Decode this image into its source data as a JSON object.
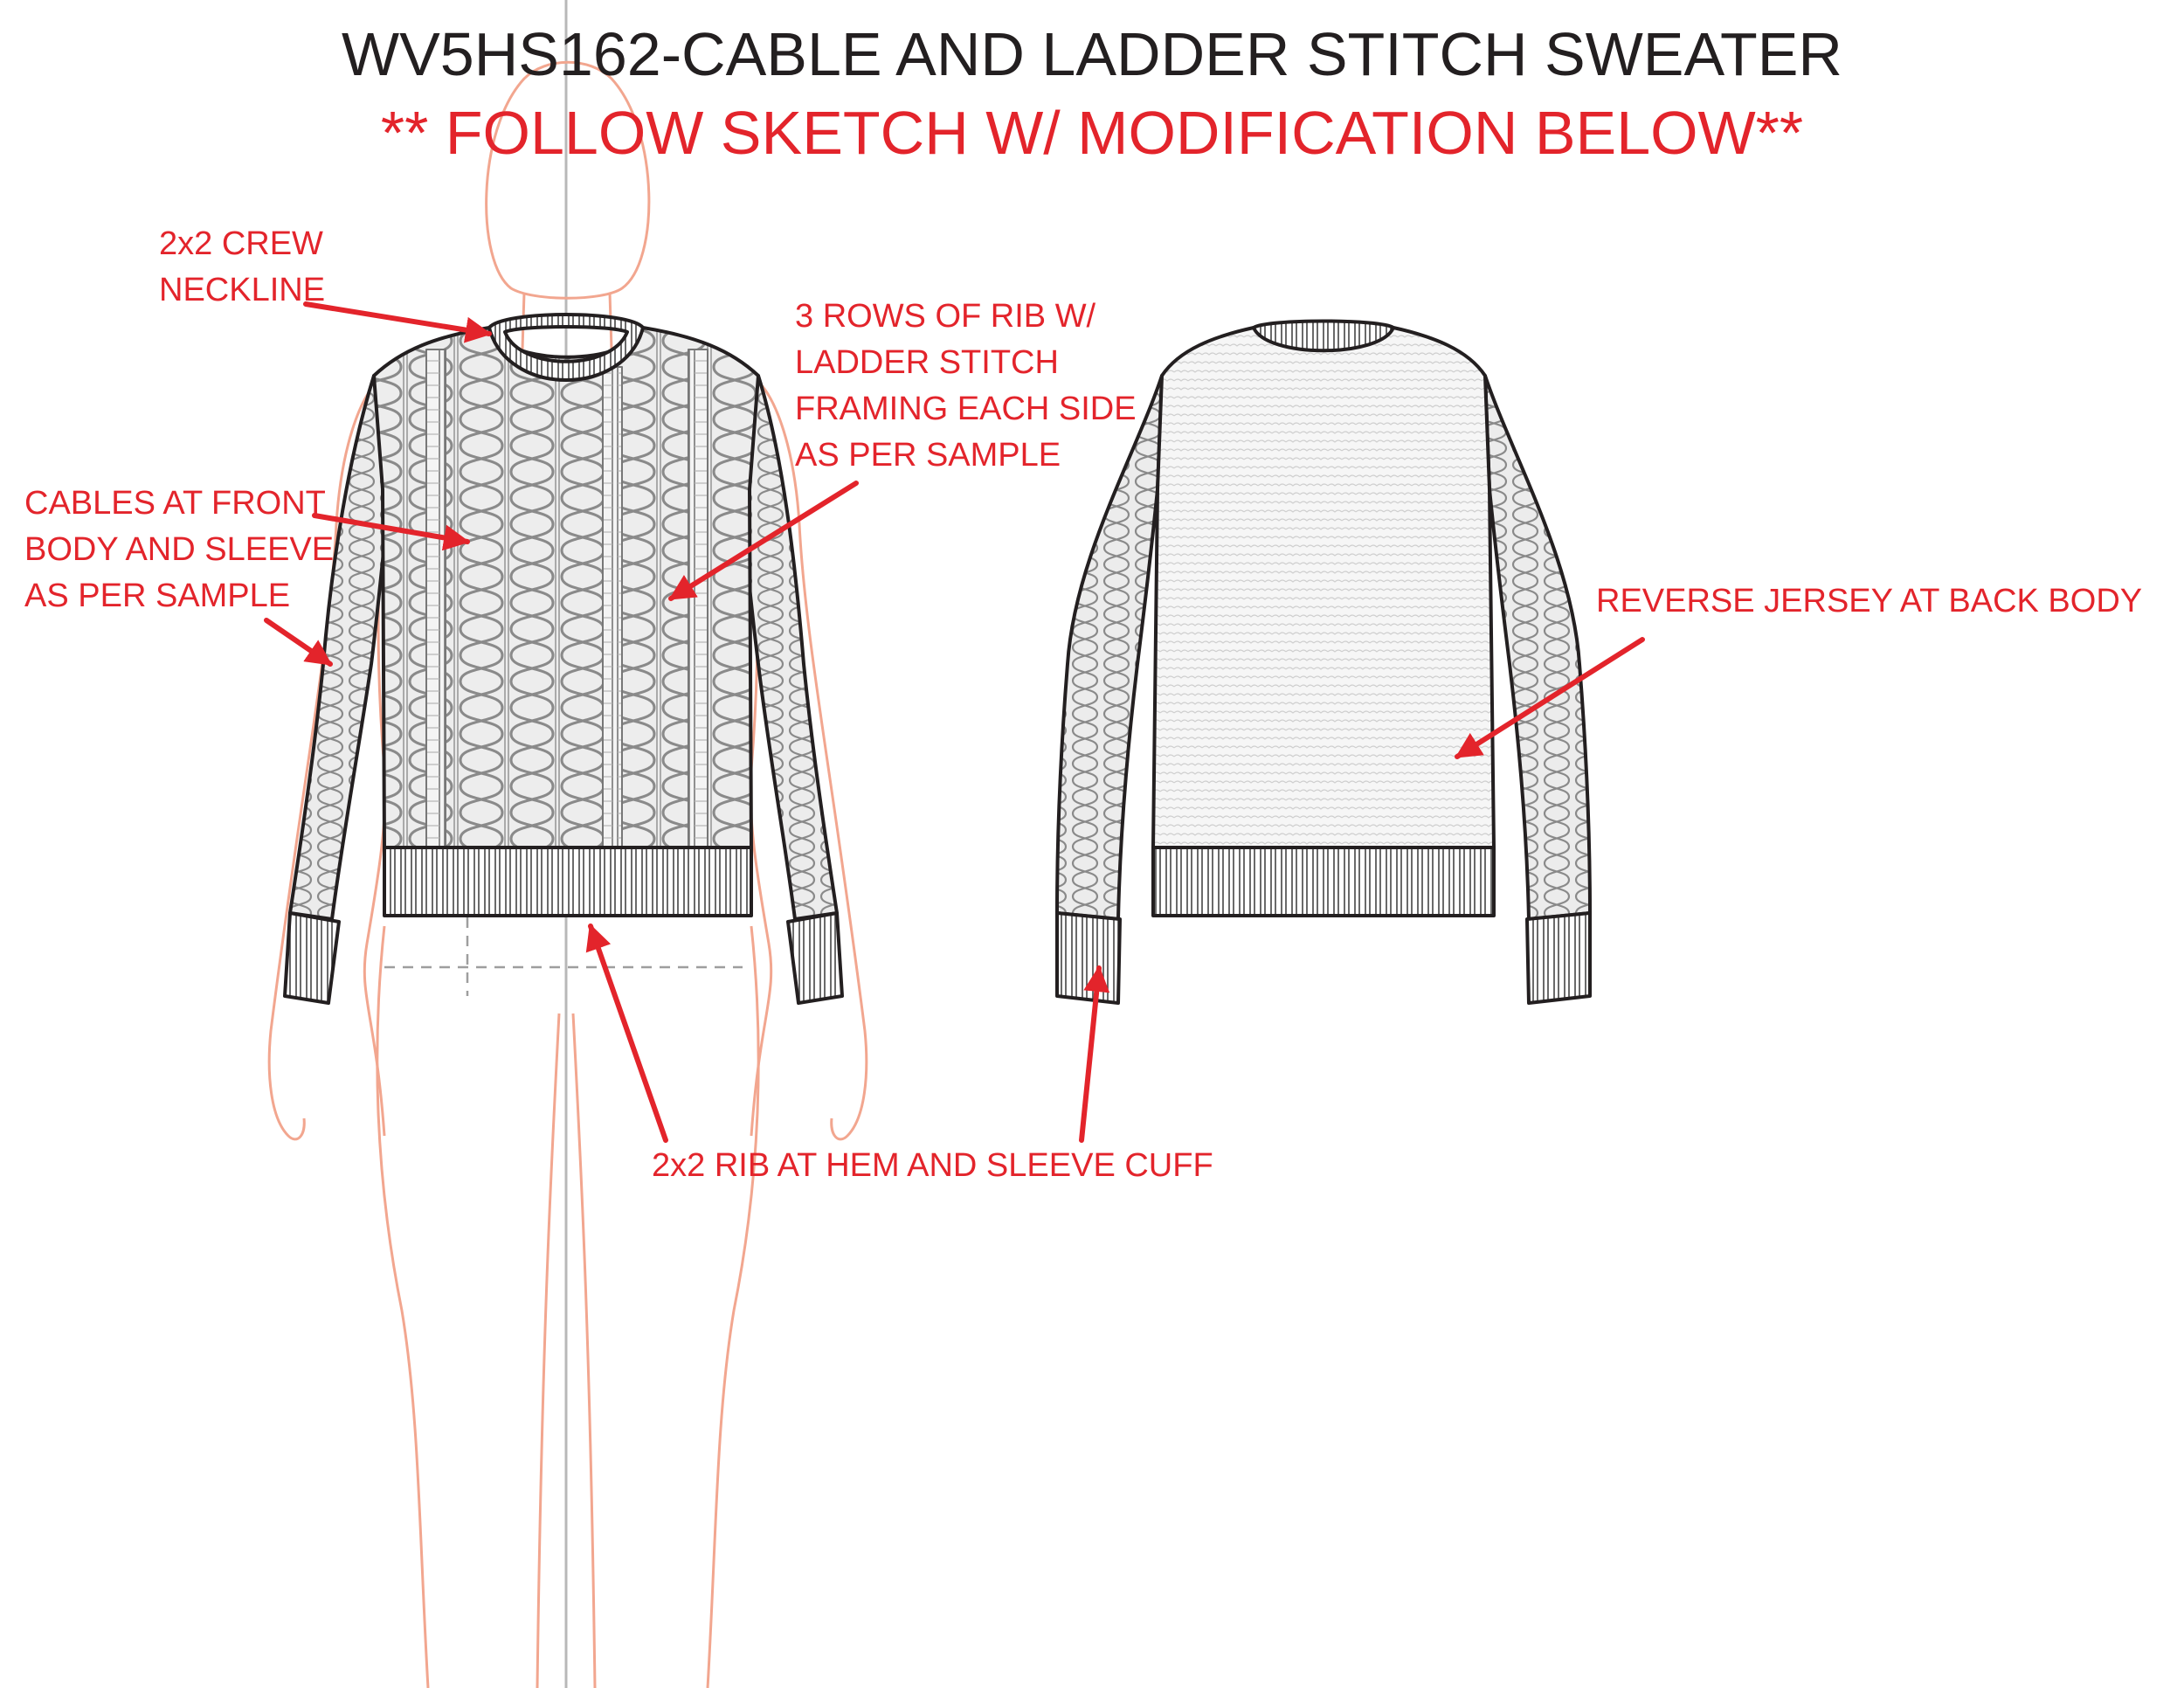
{
  "header": {
    "title": "WV5HS162-CABLE AND LADDER STITCH SWEATER",
    "subtitle": "** FOLLOW SKETCH W/ MODIFICATION BELOW**"
  },
  "callouts": {
    "neckline": [
      "2x2 CREW",
      "NECKLINE"
    ],
    "rib_ladder": [
      "3 ROWS OF RIB W/",
      "LADDER STITCH",
      "FRAMING EACH SIDE",
      "AS PER SAMPLE"
    ],
    "cables": [
      "CABLES AT FRONT",
      "BODY AND SLEEVE",
      "AS PER SAMPLE"
    ],
    "back_body": [
      "REVERSE JERSEY AT BACK BODY"
    ],
    "hem_cuff": [
      "2x2 RIB AT HEM AND SLEEVE CUFF"
    ]
  },
  "colors": {
    "annotation": "#e3242b",
    "title": "#231f20",
    "outline": "#231f20",
    "body_figure": "#f2a68f",
    "knit_texture": "#9a9a9a"
  }
}
